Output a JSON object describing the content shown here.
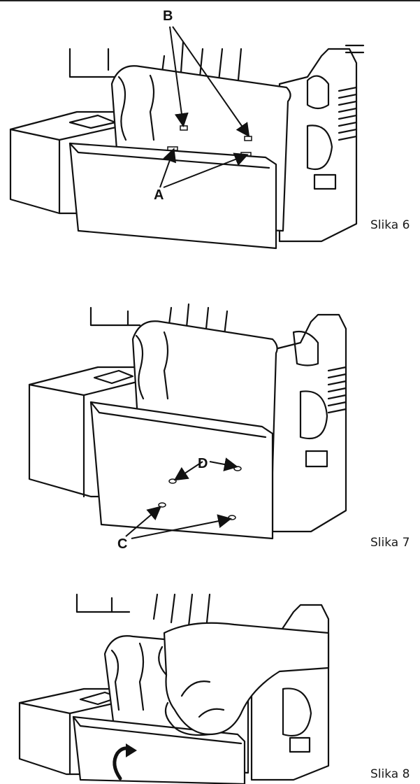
{
  "figures": [
    {
      "id": "fig6",
      "caption": "Slika 6",
      "callouts": [
        "B",
        "A"
      ]
    },
    {
      "id": "fig7",
      "caption": "Slika 7",
      "callouts": [
        "D",
        "C"
      ]
    },
    {
      "id": "fig8",
      "caption": "Slika 8",
      "callouts": []
    }
  ]
}
